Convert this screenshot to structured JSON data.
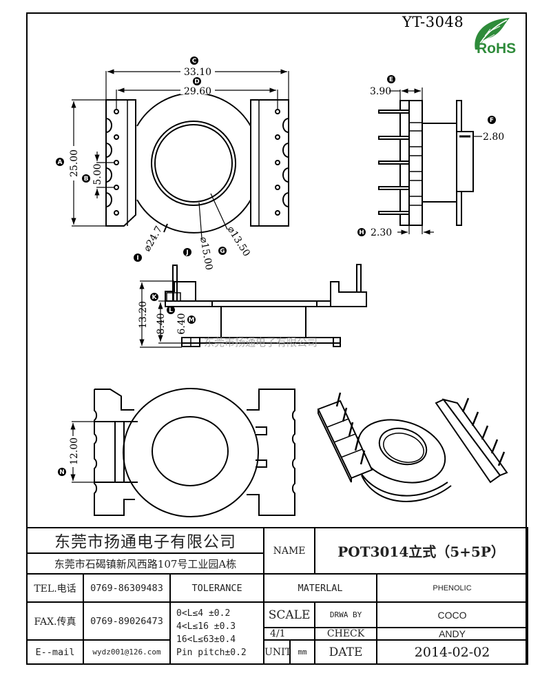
{
  "header": {
    "part_number": "YT-3048",
    "logo_text": "RoHS",
    "logo_color": "#2e8b3a"
  },
  "top_view": {
    "dimensions": {
      "C": {
        "label": "C",
        "value": "33.10"
      },
      "D": {
        "label": "D",
        "value": "29.60"
      },
      "A": {
        "label": "A",
        "value": "25.00"
      },
      "B": {
        "label": "B",
        "value": "5.00"
      },
      "flange_dia": {
        "label": "I",
        "value": "⌀24.7"
      },
      "J": {
        "label": "J",
        "value": "⌀15.00"
      },
      "G": {
        "label": "G",
        "value": "⌀13.50"
      }
    }
  },
  "side_view": {
    "dimensions": {
      "E": {
        "label": "E",
        "value": "3.90"
      },
      "F": {
        "label": "F",
        "value": "2.80"
      },
      "H": {
        "label": "H",
        "value": "2.30"
      }
    }
  },
  "front_view": {
    "dimensions": {
      "total": {
        "value": "13.20"
      },
      "K": {
        "label": "K",
        "value": "8.40"
      },
      "L": {
        "label": "L",
        "value": ""
      },
      "M": {
        "label": "M",
        "value": "6.40"
      }
    },
    "watermark": "东莞市扬通电子有限公司"
  },
  "bottom_view": {
    "dimensions": {
      "N": {
        "label": "N",
        "value": "12.00"
      }
    }
  },
  "title_block": {
    "company_name": "东莞市扬通电子有限公司",
    "company_address": "东莞市石碣镇新风西路107号工业园A栋",
    "name_label": "NAME",
    "name_value": "POT3014立式（5+5P）",
    "tel_label": "TEL.电话",
    "tel_value": "0769-86309483",
    "fax_label": "FAX.传真",
    "fax_value": "0769-89026473",
    "email_label": "E--mail",
    "email_value": "wydz001@126.com",
    "tolerance_label": "TOLERANCE",
    "tolerances": [
      "0<L≤4   ±0.2",
      "4<L≤16  ±0.3",
      "16<L≤63±0.4",
      "Pin pitch±0.2"
    ],
    "material_label": "MATERLAL",
    "material_value": "PHENOLIC",
    "scale_label": "SCALE",
    "scale_value": "4/1",
    "drawn_by_label": "DRWA BY",
    "drawn_by_value": "COCO",
    "check_label": "CHECK",
    "check_value": "ANDY",
    "unit_label": "UNIT",
    "unit_value": "mm",
    "date_label": "DATE",
    "date_value": "2014-02-02"
  }
}
